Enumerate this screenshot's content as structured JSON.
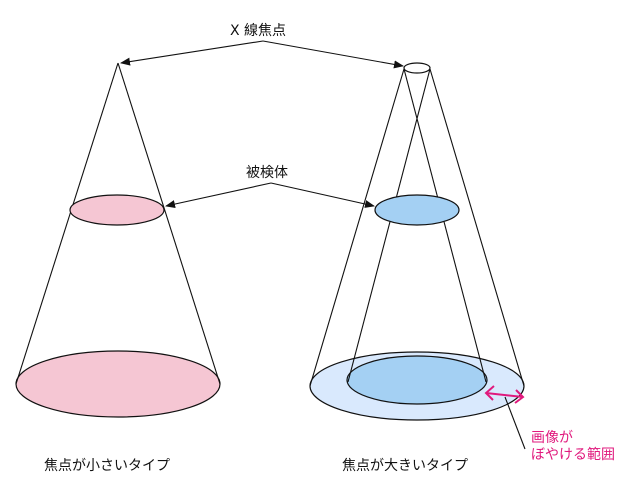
{
  "labels": {
    "focal_spot": "X 線焦点",
    "subject": "被検体",
    "small_type": "焦点が小さいタイプ",
    "large_type": "焦点が大きいタイプ",
    "blur_line1": "画像が",
    "blur_line2": "ぼやける範囲"
  },
  "colors": {
    "pink_fill": "#f5c6d3",
    "blue_fill": "#a4d0f3",
    "light_blue_fill": "#d9e9fd",
    "blur_arrow": "#e0197d",
    "stroke": "#111111"
  }
}
